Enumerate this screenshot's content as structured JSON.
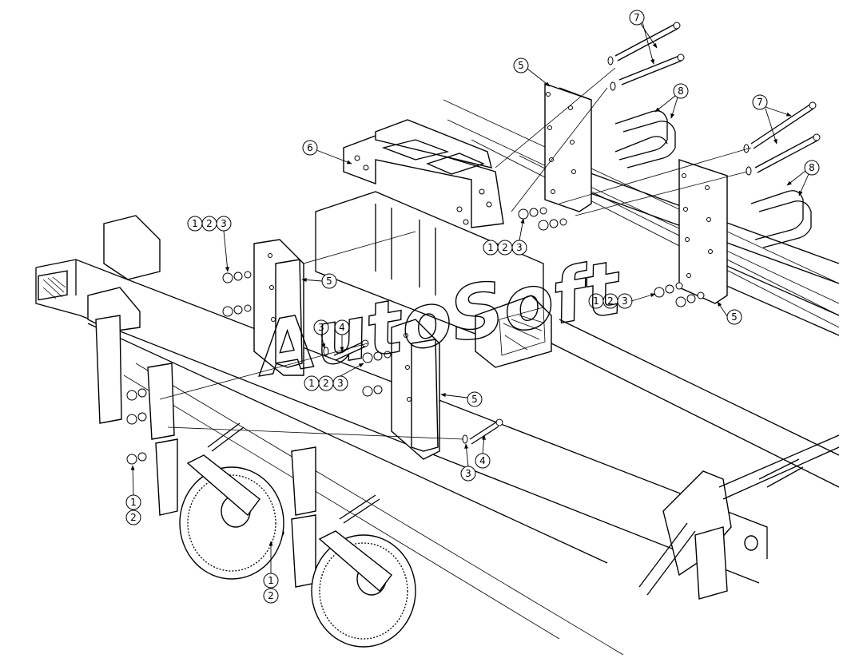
{
  "callouts": {
    "c1": "1",
    "c2": "2",
    "c3": "3",
    "c4": "4",
    "c5": "5",
    "c6": "6",
    "c7": "7",
    "c8": "8"
  },
  "watermark": "AutoSoft"
}
